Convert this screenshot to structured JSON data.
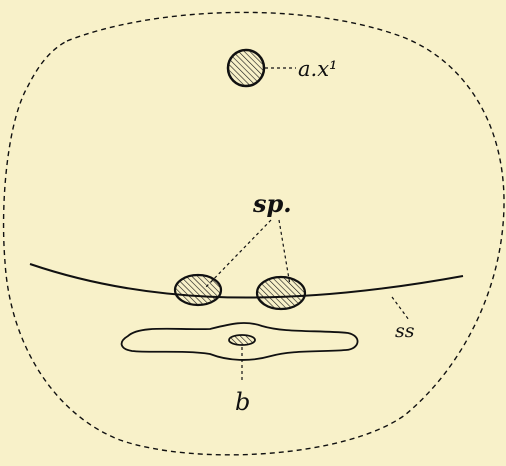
{
  "figure": {
    "labels": {
      "axial_body": "a.x¹",
      "spots": "sp.",
      "line": "ss",
      "body": "b"
    },
    "colors": {
      "background": "#f8f1c9",
      "ink": "#111111"
    }
  }
}
